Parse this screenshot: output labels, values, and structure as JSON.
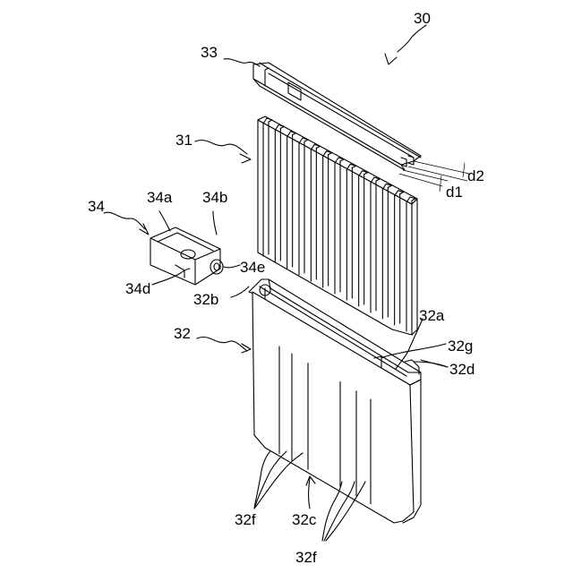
{
  "figure": {
    "labels": {
      "assembly": "30",
      "cover": "33",
      "dim_d2": "d2",
      "dim_d1": "d1",
      "fin_block": "31",
      "holder": "34",
      "holder_top": "34a",
      "holder_side": "34b",
      "holder_bottom": "34d",
      "holder_port": "34e",
      "case_edge": "32b",
      "case": "32",
      "case_rim": "32a",
      "case_groove": "32g",
      "case_notch": "32d",
      "case_ribs_left": "32f",
      "case_face": "32c",
      "case_ribs_right": "32f"
    }
  }
}
